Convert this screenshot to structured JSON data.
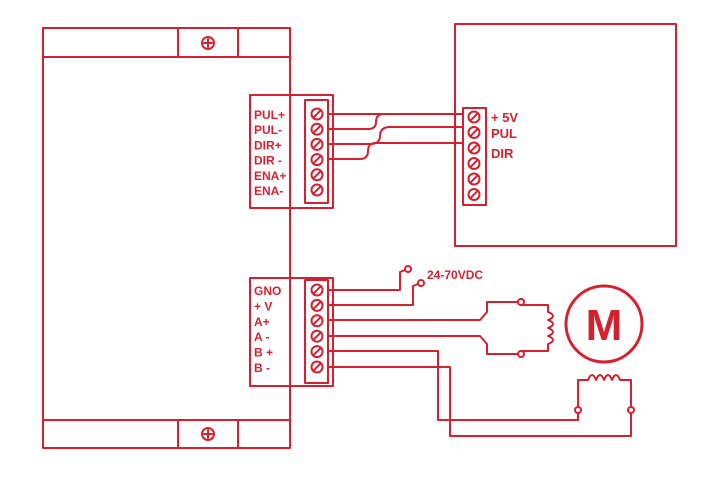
{
  "colors": {
    "stroke": "#d6202f",
    "background": "#ffffff"
  },
  "driver": {
    "control_terminals": [
      "PUL+",
      "PUL-",
      "DIR+",
      "DIR -",
      "ENA+",
      "ENA-"
    ],
    "power_terminals": [
      "GNO",
      "+ V",
      "A+",
      "A -",
      "B +",
      "B -"
    ],
    "mount_icons": [
      "screw-icon",
      "screw-icon"
    ]
  },
  "controller": {
    "terminals": [
      "+ 5V",
      "PUL",
      "DIR"
    ]
  },
  "supply": {
    "label": "24-70VDC"
  },
  "motor": {
    "label": "M"
  }
}
